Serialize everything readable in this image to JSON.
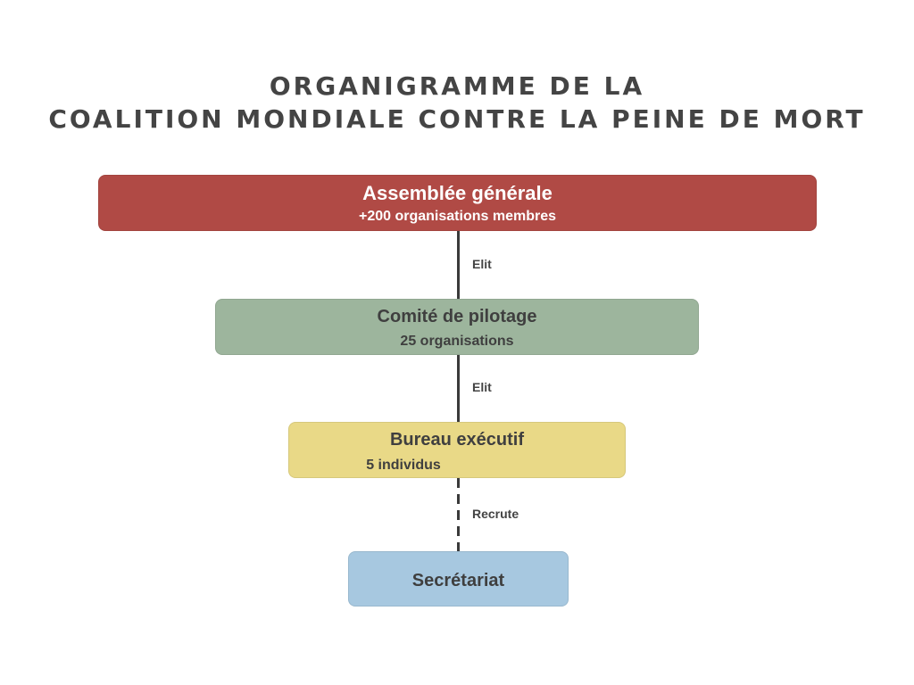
{
  "title": {
    "line1": "ORGANIGRAMME DE LA",
    "line2": "COALITION MONDIALE CONTRE LA PEINE DE MORT"
  },
  "nodes": [
    {
      "name": "Assemblée générale",
      "sub": "+200 organisations membres",
      "color": "#b04a45"
    },
    {
      "name": "Comité de pilotage",
      "sub": "25 organisations",
      "color": "#9db59d"
    },
    {
      "name": "Bureau exécutif",
      "sub": "5 individus",
      "color": "#e9d987"
    },
    {
      "name": "Secrétariat",
      "color": "#a7c8e0"
    }
  ],
  "edges": [
    {
      "label": "Elit",
      "style": "solid"
    },
    {
      "label": "Elit",
      "style": "solid"
    },
    {
      "label": "Recrute",
      "style": "dashed"
    }
  ]
}
